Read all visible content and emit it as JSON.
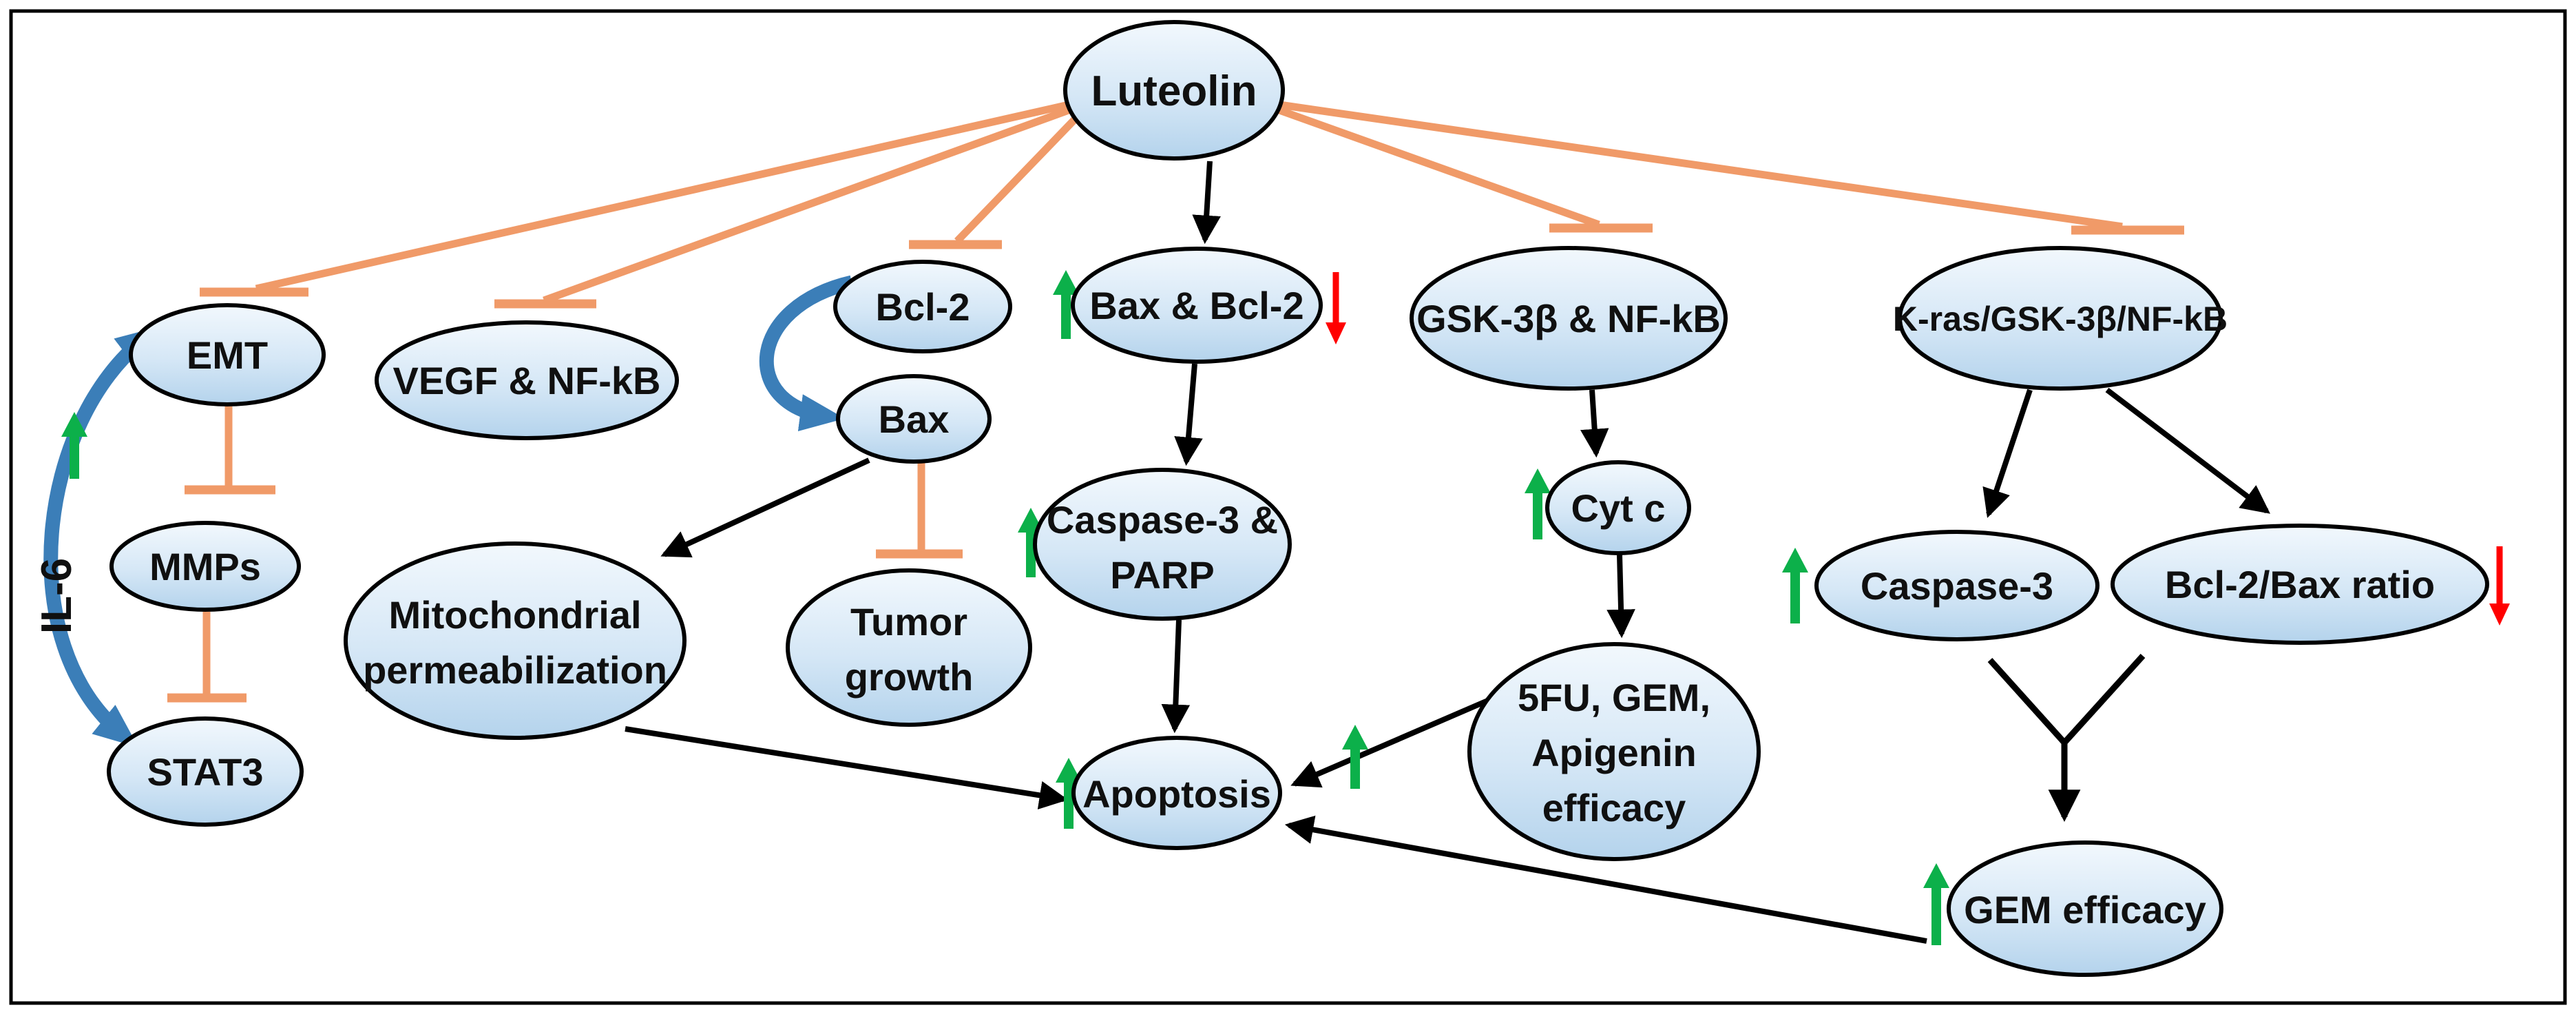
{
  "figure": {
    "type": "signaling-pathway-diagram",
    "title_compound": "Luteolin",
    "background": "#ffffff",
    "border_color": "#000000"
  },
  "colors": {
    "node_stroke": "#000000",
    "node_fill_top": "#f2f8fd",
    "node_fill_mid": "#d5e7f6",
    "node_fill_bottom": "#b4d3ec",
    "inhibit": "#F09A68",
    "activate": "#000000",
    "upregulate": "#0CB04A",
    "downregulate": "#FF0000",
    "feedback_blue": "#3B7EB8",
    "text": "#101010"
  },
  "nodes": {
    "luteolin": {
      "label": "Luteolin"
    },
    "emt": {
      "label": "EMT"
    },
    "vegf_nfkb": {
      "label": "VEGF & NF-kB"
    },
    "bcl2": {
      "label": "Bcl-2"
    },
    "bax": {
      "label": "Bax"
    },
    "bax_bcl2": {
      "label": "Bax & Bcl-2"
    },
    "gsk_nfkb": {
      "label": "GSK-3β & NF-kB"
    },
    "kras": {
      "label": "K-ras/GSK-3β/NF-kB"
    },
    "mmps": {
      "label": "MMPs"
    },
    "stat3": {
      "label": "STAT3"
    },
    "mito": {
      "lines": [
        "Mitochondrial",
        "permeabilization"
      ]
    },
    "tumor": {
      "lines": [
        "Tumor",
        "growth"
      ]
    },
    "casp_parp": {
      "lines": [
        "Caspase-3 &",
        "PARP"
      ]
    },
    "cytc": {
      "label": "Cyt c"
    },
    "apoptosis": {
      "label": "Apoptosis"
    },
    "efficacy_5fu": {
      "lines": [
        "5FU, GEM,",
        "Apigenin",
        "efficacy"
      ]
    },
    "caspase3": {
      "label": "Caspase-3"
    },
    "bcl2_bax_ratio": {
      "label": "Bcl-2/Bax ratio"
    },
    "gem_efficacy": {
      "label": "GEM efficacy"
    }
  },
  "annotations": {
    "il6": "IL-6"
  },
  "edges": [
    {
      "from": "luteolin",
      "to": "emt",
      "type": "inhibits"
    },
    {
      "from": "luteolin",
      "to": "vegf_nfkb",
      "type": "inhibits"
    },
    {
      "from": "luteolin",
      "to": "bcl2",
      "type": "inhibits"
    },
    {
      "from": "luteolin",
      "to": "bax_bcl2",
      "type": "activates"
    },
    {
      "from": "luteolin",
      "to": "gsk_nfkb",
      "type": "inhibits"
    },
    {
      "from": "luteolin",
      "to": "kras",
      "type": "inhibits"
    },
    {
      "from": "emt",
      "to": "mmps",
      "type": "inhibits"
    },
    {
      "from": "mmps",
      "to": "stat3",
      "type": "inhibits"
    },
    {
      "from": "stat3",
      "to": "emt",
      "type": "feedback-via-IL-6"
    },
    {
      "from": "bcl2",
      "to": "bax",
      "type": "converts"
    },
    {
      "from": "bax",
      "to": "mito",
      "type": "activates"
    },
    {
      "from": "bax",
      "to": "tumor",
      "type": "inhibits"
    },
    {
      "from": "bax_bcl2",
      "to": "casp_parp",
      "type": "activates"
    },
    {
      "from": "casp_parp",
      "to": "apoptosis",
      "type": "activates"
    },
    {
      "from": "mito",
      "to": "apoptosis",
      "type": "activates"
    },
    {
      "from": "gsk_nfkb",
      "to": "cytc",
      "type": "activates"
    },
    {
      "from": "cytc",
      "to": "efficacy_5fu",
      "type": "activates"
    },
    {
      "from": "efficacy_5fu",
      "to": "apoptosis",
      "type": "activates"
    },
    {
      "from": "kras",
      "to": "caspase3",
      "type": "activates"
    },
    {
      "from": "kras",
      "to": "bcl2_bax_ratio",
      "type": "activates"
    },
    {
      "from": "caspase3+bcl2_bax_ratio",
      "to": "gem_efficacy",
      "type": "activates"
    },
    {
      "from": "gem_efficacy",
      "to": "apoptosis",
      "type": "activates"
    }
  ],
  "regulation_marks": [
    {
      "near": "il6",
      "direction": "up"
    },
    {
      "near": "bax_bcl2-left",
      "direction": "up"
    },
    {
      "near": "bax_bcl2-right",
      "direction": "down"
    },
    {
      "near": "casp_parp",
      "direction": "up"
    },
    {
      "near": "cytc",
      "direction": "up"
    },
    {
      "near": "apoptosis",
      "direction": "up"
    },
    {
      "near": "efficacy_5fu-arrow",
      "direction": "up"
    },
    {
      "near": "caspase3",
      "direction": "up"
    },
    {
      "near": "bcl2_bax_ratio",
      "direction": "down"
    },
    {
      "near": "gem_efficacy",
      "direction": "up"
    }
  ]
}
